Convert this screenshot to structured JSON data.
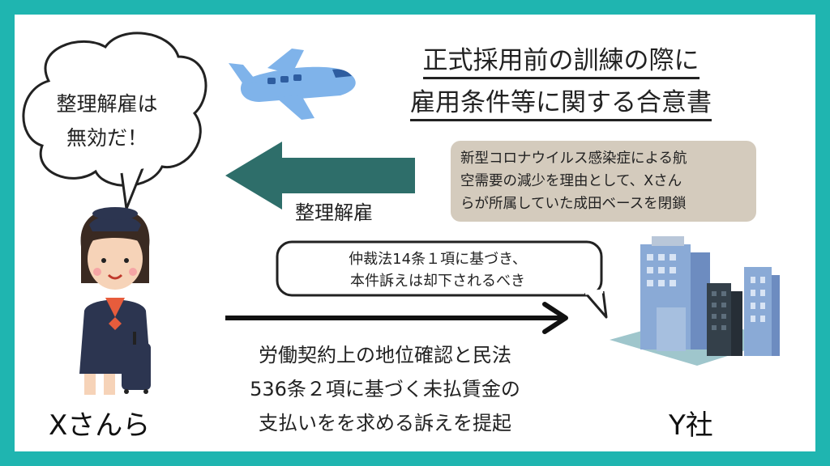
{
  "title": {
    "line1": "正式採用前の訓練の際に",
    "line2": "雇用条件等に関する合意書"
  },
  "speech_bubble": {
    "text": "整理解雇は\n無効だ！"
  },
  "company_action": {
    "label": "整理解雇",
    "reason": "新型コロナウイルス感染症による航\n空需要の減少を理由として、Xさん\nらが所属していた成田ベースを閉鎖"
  },
  "company_defense": {
    "text": "仲裁法14条１項に基づき、\n本件訴えは却下されるべき"
  },
  "employee_claim": {
    "text": "労働契約上の地位確認と民法\n536条２項に基づく未払賃金の\n支払いをを求める訴えを提起"
  },
  "parties": {
    "employee": "Xさんら",
    "company": "Y社"
  },
  "colors": {
    "border": "#1fb5b0",
    "dismiss_arrow": "#2e6e6a",
    "reason_box": "#d4cbbd",
    "airplane": "#7fb3ea"
  },
  "icons": {
    "airplane": "airplane-icon",
    "flight_attendant": "flight-attendant-icon",
    "office_buildings": "office-buildings-icon"
  }
}
